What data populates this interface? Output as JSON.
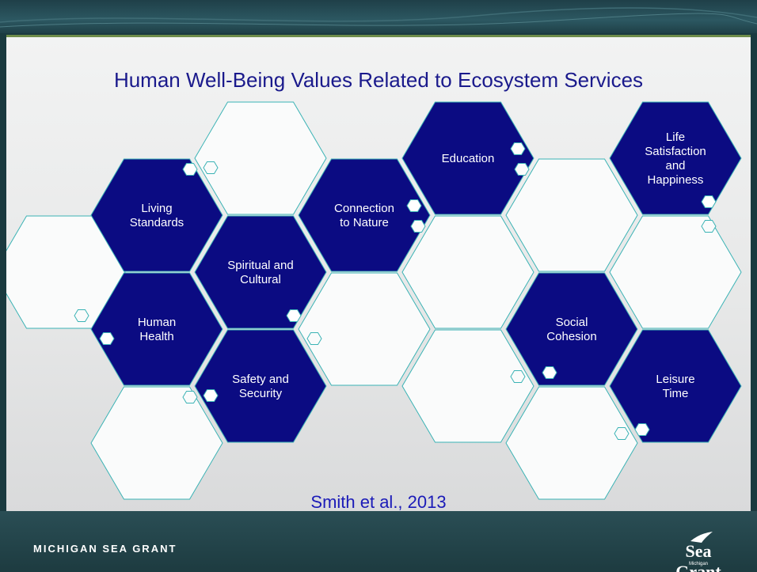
{
  "title": "Human Well-Being Values Related to Ecosystem Services",
  "citation": "Smith et al., 2013",
  "footer": {
    "brand": "MICHIGAN SEA GRANT",
    "logo_text": "Sea Grant",
    "logo_sub": "Michigan"
  },
  "colors": {
    "filled_hex": "#0b0b82",
    "empty_hex": "#fafbfb",
    "hex_border": "#3bb3b5",
    "title": "#1a1a8c",
    "citation": "#1b1bb8"
  },
  "hexagons": [
    {
      "id": "empty-1",
      "filled": false,
      "label": []
    },
    {
      "id": "living-standards",
      "filled": true,
      "label": [
        "Living",
        "Standards"
      ]
    },
    {
      "id": "human-health",
      "filled": true,
      "label": [
        "Human",
        "Health"
      ]
    },
    {
      "id": "empty-2",
      "filled": false,
      "label": []
    },
    {
      "id": "empty-3",
      "filled": false,
      "label": []
    },
    {
      "id": "spiritual-and-cultural",
      "filled": true,
      "label": [
        "Spiritual and",
        "Cultural"
      ]
    },
    {
      "id": "safety-and-security",
      "filled": true,
      "label": [
        "Safety and",
        "Security"
      ]
    },
    {
      "id": "connection-to-nature",
      "filled": true,
      "label": [
        "Connection",
        "to Nature"
      ]
    },
    {
      "id": "empty-4",
      "filled": false,
      "label": []
    },
    {
      "id": "education",
      "filled": true,
      "label": [
        "Education"
      ]
    },
    {
      "id": "empty-5",
      "filled": false,
      "label": []
    },
    {
      "id": "empty-6",
      "filled": false,
      "label": []
    },
    {
      "id": "empty-7",
      "filled": false,
      "label": []
    },
    {
      "id": "social-cohesion",
      "filled": true,
      "label": [
        "Social",
        "Cohesion"
      ]
    },
    {
      "id": "empty-8",
      "filled": false,
      "label": []
    },
    {
      "id": "life-satisfaction-and-happiness",
      "filled": true,
      "label": [
        "Life",
        "Satisfaction",
        "and",
        "Happiness"
      ]
    },
    {
      "id": "empty-9",
      "filled": false,
      "label": []
    },
    {
      "id": "leisure-time",
      "filled": true,
      "label": [
        "Leisure",
        "Time"
      ]
    }
  ]
}
